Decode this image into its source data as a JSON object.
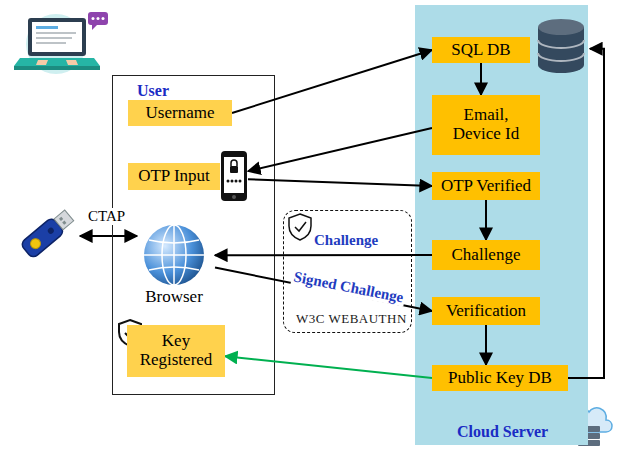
{
  "diagram": {
    "nodes": [
      {
        "text": [
          "User"
        ]
      },
      {
        "text": [
          "Username"
        ],
        "in": 0
      },
      {
        "text": [
          "OTP Input"
        ],
        "in": 0
      },
      {
        "text": [
          "Browser"
        ],
        "in": 0
      },
      {
        "text": [
          "Key Registered"
        ],
        "in": 0
      },
      {
        "text": [
          "W3C WEBAUTHN"
        ]
      },
      {
        "text": [
          "Cloud Server"
        ]
      },
      {
        "text": [
          "SQL DB"
        ],
        "in": 6
      },
      {
        "text": [
          "Email, Device Id"
        ],
        "in": 6
      },
      {
        "text": [
          "OTP Verified"
        ],
        "in": 6
      },
      {
        "text": [
          "Challenge"
        ],
        "in": 6
      },
      {
        "text": [
          "Verification"
        ],
        "in": 6
      },
      {
        "text": [
          "Public Key DB"
        ],
        "in": 6
      }
    ],
    "edges": [
      {
        "from": 1,
        "to": 7,
        "arrow": "to"
      },
      {
        "from": 7,
        "to": 8,
        "arrow": "to"
      },
      {
        "from": 8,
        "to": 2,
        "arrow": "to"
      },
      {
        "from": 2,
        "to": 9,
        "arrow": "to"
      },
      {
        "from": 9,
        "to": 10,
        "arrow": "to"
      },
      {
        "from": 10,
        "to": 3,
        "label": "Challenge",
        "arrow": "to"
      },
      {
        "from": 3,
        "to": 11,
        "label": "Signed Challenge",
        "arrow": "to"
      },
      {
        "from": 11,
        "to": 12,
        "arrow": "to"
      },
      {
        "from": 12,
        "to": 4,
        "arrow": "to"
      },
      {
        "from": 12,
        "to": 7,
        "arrow": "to"
      }
    ],
    "labels": [
      "CTAP"
    ]
  }
}
